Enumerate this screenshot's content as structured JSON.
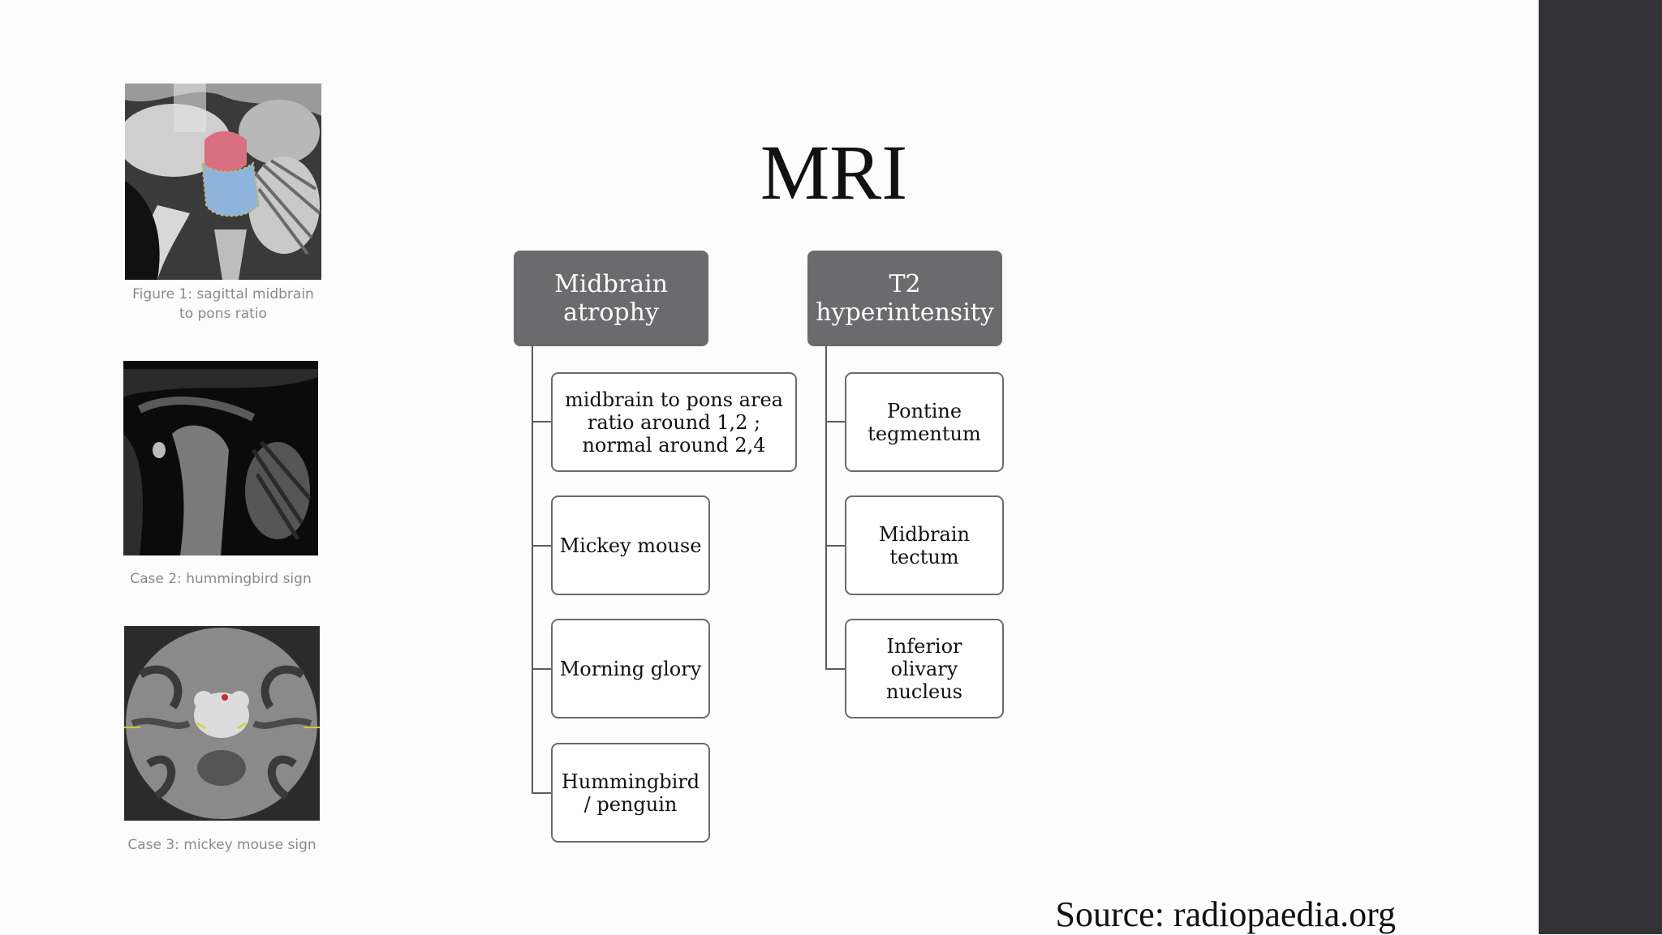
{
  "slide": {
    "title": "MRI",
    "source": "Source: radiopaedia.org"
  },
  "figures": [
    {
      "caption": "Figure 1: sagittal midbrain\nto pons ratio",
      "image": "sagittal-mri-midbrain-pons"
    },
    {
      "caption": "Case 2: hummingbird sign",
      "image": "sagittal-mri-hummingbird"
    },
    {
      "caption": "Case 3: mickey mouse sign",
      "image": "axial-mri-mickey-mouse"
    }
  ],
  "diagram": {
    "branches": [
      {
        "label": "Midbrain\natrophy",
        "children": [
          "midbrain to pons area ratio around 1,2 ;\nnormal around 2,4",
          "Mickey mouse",
          "Morning glory",
          "Hummingbird\n/ penguin"
        ]
      },
      {
        "label": "T2\nhyperintensity",
        "children": [
          "Pontine\ntegmentum",
          "Midbrain\ntectum",
          "Inferior\nolivary\nnucleus"
        ]
      }
    ]
  },
  "colors": {
    "header_fill": "#6b6b6d",
    "sidebar": "#333335",
    "midbrain_highlight": "#d9707f",
    "pons_highlight": "#8fb4dc"
  }
}
